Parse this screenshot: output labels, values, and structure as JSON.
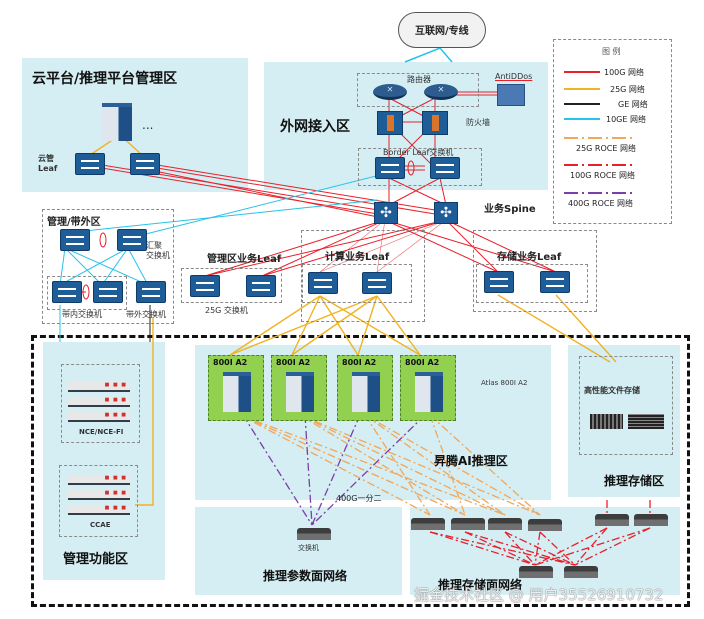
{
  "diagram": {
    "internet_cloud": "互联网/专线",
    "zones": {
      "cloud_mgmt": {
        "title": "云平台/推理平台管理区",
        "leaf_label": "云管\nLeaf",
        "ellipsis": "..."
      },
      "external_access": {
        "title": "外网接入区",
        "router_group": "路由器",
        "antiddos": "AntiDDos",
        "firewall": "防火墙",
        "border_leaf": "Border Leaf交换机"
      },
      "spine": {
        "label": "业务Spine"
      },
      "oob_mgmt": {
        "title": "管理/带外区",
        "aggregation": "汇聚\n交换机",
        "inband": "带内交换机",
        "outband": "带外交换机"
      },
      "mgmt_leaf": {
        "title": "管理区业务Leaf",
        "sub": "25G 交换机"
      },
      "compute_leaf": {
        "title": "计算业务Leaf"
      },
      "storage_leaf": {
        "title": "存储业务Leaf"
      },
      "mgmt_function": {
        "title": "管理功能区",
        "devices": [
          "NCE/NCE-FI",
          "CCAE"
        ]
      },
      "ascend_ai": {
        "title": "昇腾AI推理区",
        "servers": [
          "800I A2",
          "800I A2",
          "800I A2",
          "800I A2"
        ],
        "model_label": "Atlas 800I A2"
      },
      "storage_zone": {
        "title": "推理存储区",
        "device": "高性能文件存储"
      },
      "param_network": {
        "title": "推理参数面网络",
        "switch": "交换机",
        "split_label": "400G一分二"
      },
      "storage_network": {
        "title": "推理存储面网络"
      }
    },
    "watermark": "掘金技术社区 @ 用户3552691073​2"
  },
  "legend": {
    "title": "图  例",
    "items": [
      {
        "label": "100G 网络",
        "color": "#e8202a",
        "style": "solid"
      },
      {
        "label": "25G 网络",
        "color": "#f0b323",
        "style": "solid"
      },
      {
        "label": "GE 网络",
        "color": "#222222",
        "style": "solid"
      },
      {
        "label": "10GE 网络",
        "color": "#27c3ea",
        "style": "solid"
      },
      {
        "label": "25G ROCE 网络",
        "color": "#f2a65a",
        "style": "dashdot"
      },
      {
        "label": "100G ROCE 网络",
        "color": "#e8202a",
        "style": "dashdot"
      },
      {
        "label": "400G ROCE 网络",
        "color": "#7b3fa8",
        "style": "dashdot"
      }
    ]
  }
}
